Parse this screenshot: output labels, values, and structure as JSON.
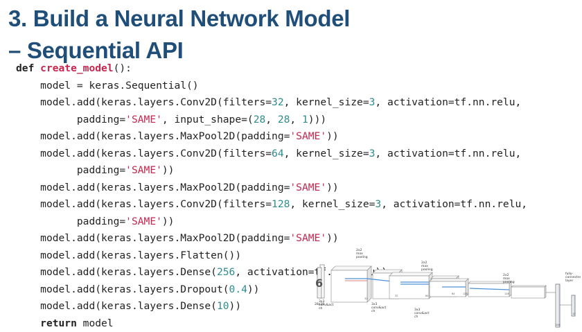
{
  "slide": {
    "title_line1": "3. Build a Neural Network Model",
    "title_line2": "– Sequential API"
  },
  "code": {
    "lines": [
      {
        "indent": "",
        "tokens": [
          {
            "t": "def",
            "c": "kw"
          },
          {
            "t": " ",
            "c": "plain"
          },
          {
            "t": "create_model",
            "c": "fn"
          },
          {
            "t": "():",
            "c": "plain"
          }
        ]
      },
      {
        "indent": "    ",
        "tokens": [
          {
            "t": "model = keras.Sequential()",
            "c": "plain"
          }
        ]
      },
      {
        "indent": "    ",
        "tokens": [
          {
            "t": "model.add(keras.layers.Conv2D(filters=",
            "c": "plain"
          },
          {
            "t": "32",
            "c": "num"
          },
          {
            "t": ", kernel_size=",
            "c": "plain"
          },
          {
            "t": "3",
            "c": "num"
          },
          {
            "t": ", activation=tf.nn.relu,",
            "c": "plain"
          }
        ]
      },
      {
        "indent": "          ",
        "tokens": [
          {
            "t": "padding=",
            "c": "plain"
          },
          {
            "t": "'SAME'",
            "c": "str"
          },
          {
            "t": ", input_shape=(",
            "c": "plain"
          },
          {
            "t": "28",
            "c": "num"
          },
          {
            "t": ", ",
            "c": "plain"
          },
          {
            "t": "28",
            "c": "num"
          },
          {
            "t": ", ",
            "c": "plain"
          },
          {
            "t": "1",
            "c": "num"
          },
          {
            "t": ")))",
            "c": "plain"
          }
        ]
      },
      {
        "indent": "    ",
        "tokens": [
          {
            "t": "model.add(keras.layers.MaxPool2D(padding=",
            "c": "plain"
          },
          {
            "t": "'SAME'",
            "c": "str"
          },
          {
            "t": "))",
            "c": "plain"
          }
        ]
      },
      {
        "indent": "    ",
        "tokens": [
          {
            "t": "model.add(keras.layers.Conv2D(filters=",
            "c": "plain"
          },
          {
            "t": "64",
            "c": "num"
          },
          {
            "t": ", kernel_size=",
            "c": "plain"
          },
          {
            "t": "3",
            "c": "num"
          },
          {
            "t": ", activation=tf.nn.relu,",
            "c": "plain"
          }
        ]
      },
      {
        "indent": "          ",
        "tokens": [
          {
            "t": "padding=",
            "c": "plain"
          },
          {
            "t": "'SAME'",
            "c": "str"
          },
          {
            "t": "))",
            "c": "plain"
          }
        ]
      },
      {
        "indent": "    ",
        "tokens": [
          {
            "t": "model.add(keras.layers.MaxPool2D(padding=",
            "c": "plain"
          },
          {
            "t": "'SAME'",
            "c": "str"
          },
          {
            "t": "))",
            "c": "plain"
          }
        ]
      },
      {
        "indent": "    ",
        "tokens": [
          {
            "t": "model.add(keras.layers.Conv2D(filters=",
            "c": "plain"
          },
          {
            "t": "128",
            "c": "num"
          },
          {
            "t": ", kernel_size=",
            "c": "plain"
          },
          {
            "t": "3",
            "c": "num"
          },
          {
            "t": ", activation=tf.nn.relu,",
            "c": "plain"
          }
        ]
      },
      {
        "indent": "          ",
        "tokens": [
          {
            "t": "padding=",
            "c": "plain"
          },
          {
            "t": "'SAME'",
            "c": "str"
          },
          {
            "t": "))",
            "c": "plain"
          }
        ]
      },
      {
        "indent": "    ",
        "tokens": [
          {
            "t": "model.add(keras.layers.MaxPool2D(padding=",
            "c": "plain"
          },
          {
            "t": "'SAME'",
            "c": "str"
          },
          {
            "t": "))",
            "c": "plain"
          }
        ]
      },
      {
        "indent": "    ",
        "tokens": [
          {
            "t": "model.add(keras.layers.Flatten())",
            "c": "plain"
          }
        ]
      },
      {
        "indent": "    ",
        "tokens": [
          {
            "t": "model.add(keras.layers.Dense(",
            "c": "plain"
          },
          {
            "t": "256",
            "c": "num"
          },
          {
            "t": ", activation=tf.nn.relu))",
            "c": "plain"
          }
        ]
      },
      {
        "indent": "    ",
        "tokens": [
          {
            "t": "model.add(keras.layers.Dropout(",
            "c": "plain"
          },
          {
            "t": "0.4",
            "c": "num"
          },
          {
            "t": "))",
            "c": "plain"
          }
        ]
      },
      {
        "indent": "    ",
        "tokens": [
          {
            "t": "model.add(keras.layers.Dense(",
            "c": "plain"
          },
          {
            "t": "10",
            "c": "num"
          },
          {
            "t": "))",
            "c": "plain"
          }
        ]
      },
      {
        "indent": "    ",
        "tokens": [
          {
            "t": "return",
            "c": "kw"
          },
          {
            "t": " model",
            "c": "plain"
          }
        ]
      }
    ]
  },
  "diagram": {
    "input_label": "28x28",
    "labels": [
      {
        "id": "conv1",
        "lines": [
          "3x3",
          "conv&act",
          "ch"
        ]
      },
      {
        "id": "pool1",
        "lines": [
          "2x2",
          "max",
          "pooling"
        ]
      },
      {
        "id": "conv2",
        "lines": [
          "3x3",
          "conv&act",
          "ch"
        ]
      },
      {
        "id": "pool2",
        "lines": [
          "2x2",
          "max",
          "pooling"
        ]
      },
      {
        "id": "conv3",
        "lines": [
          "3x3",
          "conv&act",
          "ch"
        ]
      },
      {
        "id": "pool3",
        "lines": [
          "2x2",
          "max",
          "pooling"
        ]
      },
      {
        "id": "fc",
        "lines": [
          "fully-",
          "connected",
          "layer"
        ]
      }
    ],
    "dims": [
      "32",
      "32",
      "64",
      "64",
      "128",
      "128",
      "256",
      "10"
    ]
  }
}
